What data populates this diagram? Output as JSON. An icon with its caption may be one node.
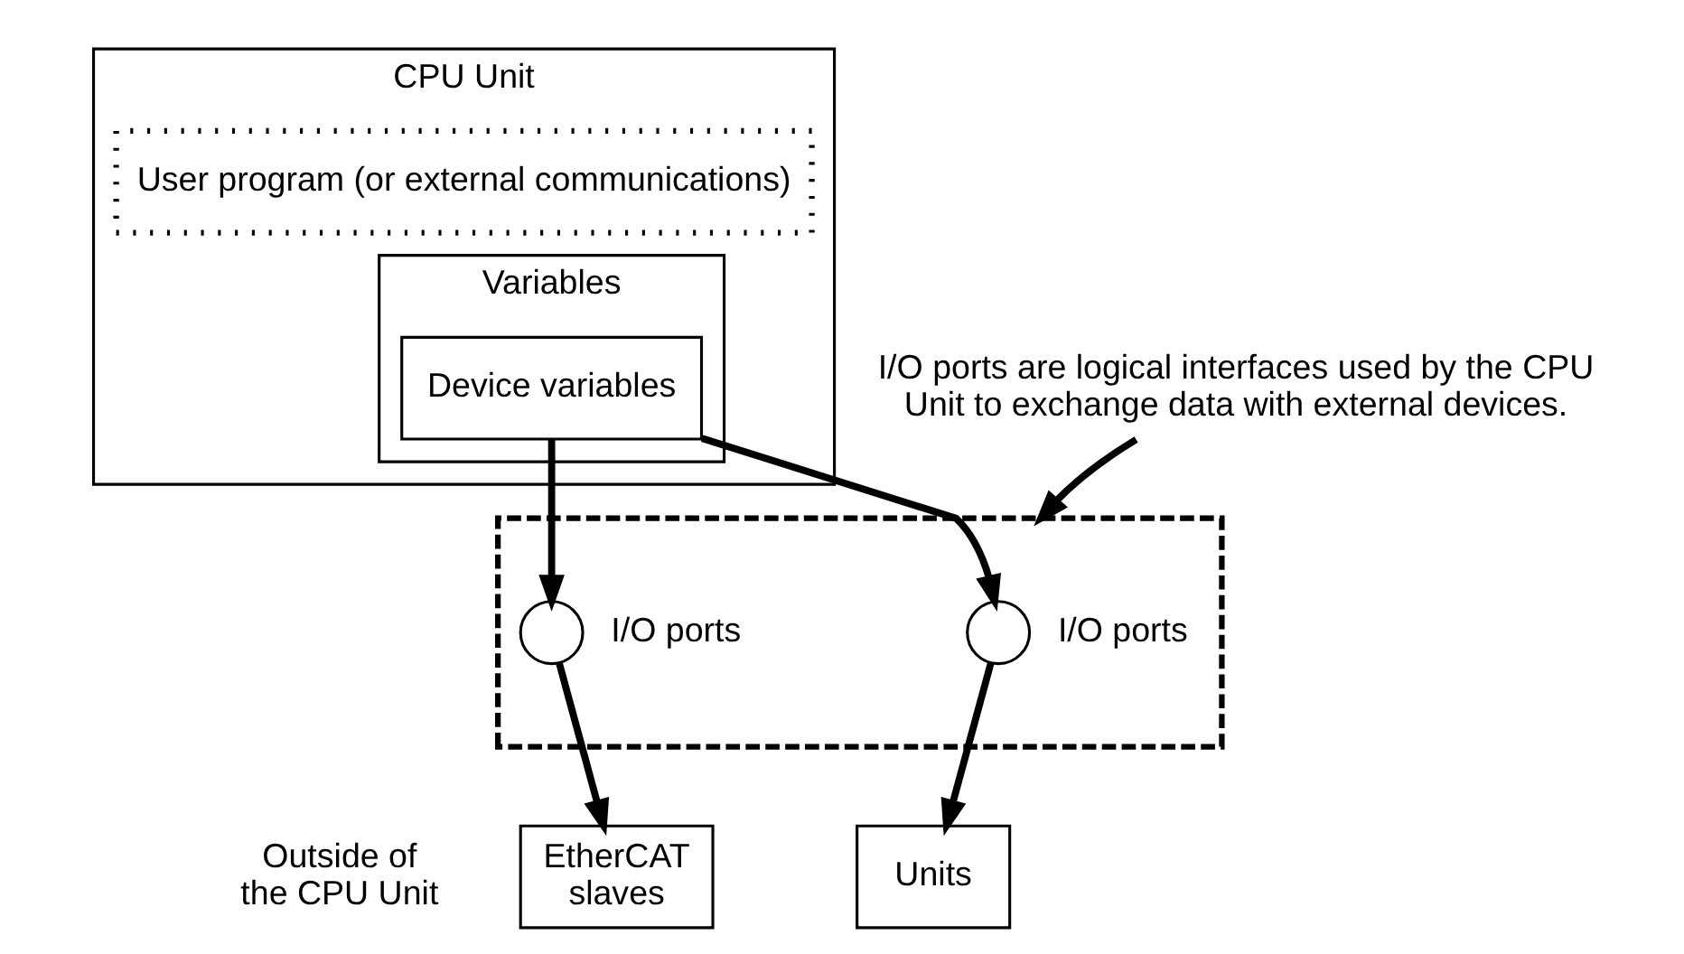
{
  "diagram": {
    "nodes": [
      {
        "text": [
          "CPU Unit"
        ]
      },
      {
        "text": [
          "User program (or external communications)"
        ],
        "in": 0
      },
      {
        "text": [
          "Variables"
        ],
        "in": 0
      },
      {
        "text": [
          "Device variables"
        ],
        "in": 2
      },
      {
        "text": [],
        "shape": "box"
      },
      {
        "text": [],
        "shape": "circle",
        "beside": [
          "I/O ports"
        ],
        "in": 4
      },
      {
        "text": [],
        "shape": "circle",
        "beside": [
          "I/O ports"
        ],
        "in": 4
      },
      {
        "text": [
          "EtherCAT slaves"
        ]
      },
      {
        "text": [
          "Units"
        ]
      },
      {
        "text": [
          "I/O ports are logical interfaces used by the CPU Unit to exchange data with external devices."
        ]
      }
    ],
    "edges": [
      {
        "from": 3,
        "to": 5,
        "arrow": "to"
      },
      {
        "from": 3,
        "to": 6,
        "arrow": "to"
      },
      {
        "from": 5,
        "to": 7,
        "arrow": "to"
      },
      {
        "from": 6,
        "to": 8,
        "arrow": "to"
      },
      {
        "from": 9,
        "to": 4,
        "arrow": "to"
      }
    ],
    "labels": [
      "Outside of the CPU Unit"
    ]
  }
}
